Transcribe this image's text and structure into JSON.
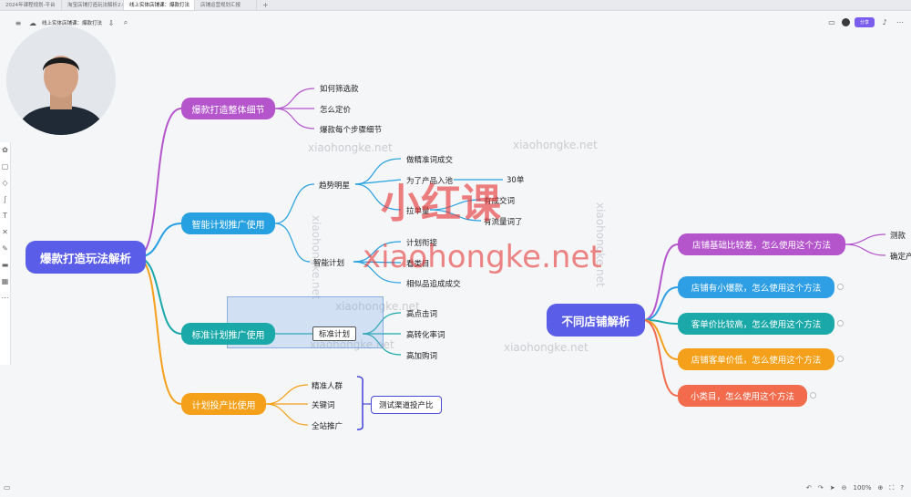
{
  "browser": {
    "tabs": [
      "2024年课程规划-平台",
      "淘宝店铺打造玩法解析2.0",
      "线上实体店铺课：爆款打法",
      "店铺运营规划汇报"
    ],
    "active_tab_index": 2
  },
  "toolbar": {
    "doc_title": "线上实体店铺课：爆款打法",
    "share_label": "分享"
  },
  "mindmap_left": {
    "root": "爆款打造玩法解析",
    "branches": [
      {
        "label": "爆款打造整体细节",
        "color": "#b455cc",
        "leaves": [
          "如何筛选款",
          "怎么定价",
          "爆款每个步骤细节"
        ]
      },
      {
        "label": "智能计划推广使用",
        "color": "#26a0e0",
        "groups": [
          {
            "label": "趋势明星",
            "items": [
              "做精准词成交",
              "为了产品入池",
              "拉单量"
            ],
            "sub": {
              "target": "30单",
              "a": "有成交词",
              "b": "有流量词了"
            }
          },
          {
            "label": "智能计划",
            "items": [
              "计划衔接",
              "看类目",
              "相似品追成成交"
            ]
          }
        ]
      },
      {
        "label": "标准计划推广使用",
        "color": "#1aa8a8",
        "box": "标准计划",
        "leaves": [
          "高点击词",
          "高转化率词",
          "高加购词"
        ]
      },
      {
        "label": "计划投产比使用",
        "color": "#f5a01a",
        "leaves": [
          "精准人群",
          "关键词",
          "全站推广"
        ],
        "box": "测试渠道投产比"
      }
    ]
  },
  "mindmap_right": {
    "root": "不同店铺解析",
    "branches": [
      {
        "label": "店铺基础比较差，怎么使用这个方法",
        "color": "#b455cc",
        "leaves": [
          "测款",
          "确定产"
        ]
      },
      {
        "label": "店铺有小爆款，怎么使用这个方法",
        "color": "#2e9fe5"
      },
      {
        "label": "客单价比较高，怎么使用这个方法",
        "color": "#1aa8a8"
      },
      {
        "label": "店铺客单价低，怎么使用这个方法",
        "color": "#f5a01a"
      },
      {
        "label": "小类目，怎么使用这个方法",
        "color": "#f26b4d"
      }
    ]
  },
  "watermarks": {
    "small": "xiaohongke.net",
    "large": "xiaohongke.net",
    "cn": "小红课"
  },
  "bottombar": {
    "zoom": "100%"
  }
}
